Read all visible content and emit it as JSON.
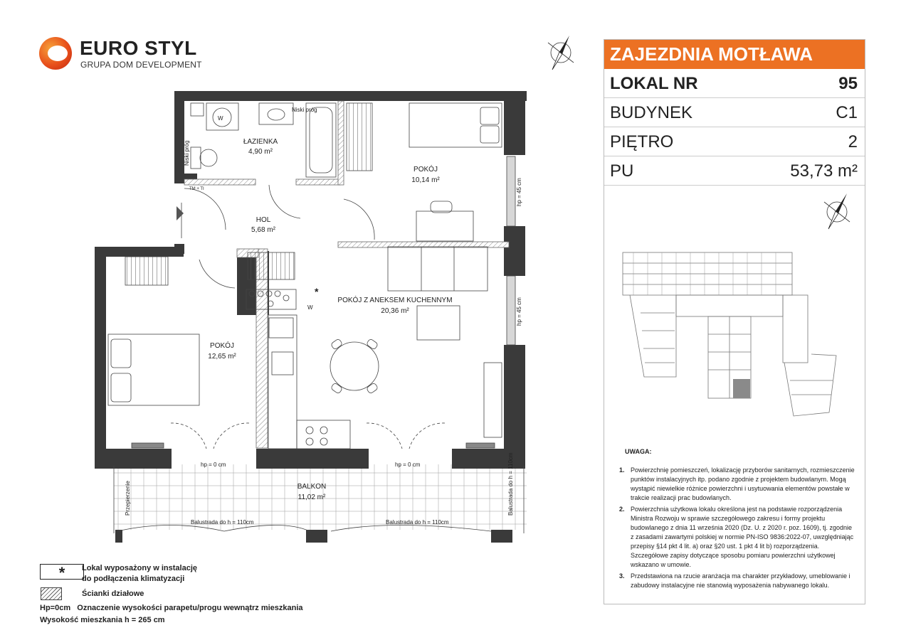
{
  "brand": {
    "name": "EURO STYL",
    "sub": "GRUPA DOM DEVELOPMENT"
  },
  "project": {
    "name": "ZAJEZDNIA MOTŁAWA"
  },
  "info": [
    {
      "label": "LOKAL NR",
      "value": "95"
    },
    {
      "label": "BUDYNEK",
      "value": "C1"
    },
    {
      "label": "PIĘTRO",
      "value": "2"
    },
    {
      "label": "PU",
      "value": "53,73 m²"
    }
  ],
  "plan": {
    "rooms": [
      {
        "name": "ŁAZIENKA",
        "area": "4,90 m²"
      },
      {
        "name": "HOL",
        "area": "5,68 m²"
      },
      {
        "name": "POKÓJ",
        "area": "10,14 m²"
      },
      {
        "name": "POKÓJ",
        "area": "12,65 m²"
      },
      {
        "name": "POKÓJ Z ANEKSEM KUCHENNYM",
        "area": "20,36 m²"
      },
      {
        "name": "BALKON",
        "area": "11,02 m²"
      }
    ],
    "labels": {
      "niski_prog_1": "Niski próg",
      "niski_prog_2": "Niski próg",
      "w1": "W",
      "w2": "W",
      "star": "*",
      "hp45_1": "hp = 45 cm",
      "hp45_2": "hp = 45 cm",
      "hp0_1": "hp = 0 cm",
      "hp0_2": "hp = 0 cm",
      "balustrada_1": "Balustrada do h = 110cm",
      "balustrada_2": "Balustrada do h = 110cm",
      "balustrada_3": "Balustrada do h = 110cm",
      "przepierzenie": "Przepierzenie",
      "tm": "TM + TI"
    }
  },
  "notes": {
    "title": "UWAGA:",
    "items": [
      "Powierzchnię pomieszczeń, lokalizację przyborów sanitarnych, rozmieszczenie punktów instalacyjnych itp. podano zgodnie z projektem budowlanym. Mogą wystąpić niewielkie różnice powierzchni i usytuowania elementów powstałe w trakcie realizacji prac budowlanych.",
      "Powierzchnia użytkowa lokalu określona jest na podstawie rozporządzenia Ministra Rozwoju w sprawie szczegółowego zakresu i formy projektu budowlanego z dnia 11 września 2020 (Dz. U. z 2020 r. poz. 1609), tj. zgodnie z zasadami zawartymi polskiej w normie PN-ISO 9836:2022-07, uwzględniając przepisy §14 pkt 4 lit. a) oraz §20 ust. 1 pkt 4 lit b) rozporządzenia. Szczegółowe zapisy dotyczące sposobu pomiaru powierzchni użytkowej wskazano w umowie.",
      "Przedstawiona na rzucie aranżacja ma charakter przykładowy, umeblowanie i zabudowy instalacyjne nie stanowią wyposażenia nabywanego lokalu."
    ]
  },
  "legend": {
    "star": "*",
    "ac_1": "Lokal wyposażony w instalację",
    "ac_2": "do podłączenia klimatyzacji",
    "walls": "Ścianki działowe",
    "hp": "Hp=0cm   Oznaczenie wysokości parapetu/progu wewnątrz mieszkania",
    "height": "Wysokość mieszkania h = 265 cm"
  }
}
